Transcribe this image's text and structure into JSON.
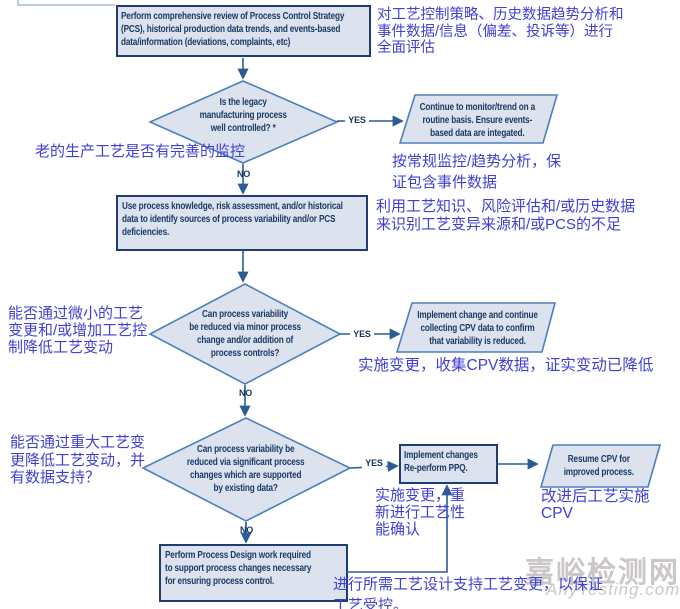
{
  "nodes": {
    "review": {
      "en": "Perform comprehensive review of Process Control Strategy\n(PCS), historical production data trends, and events-based\ndata/information (deviations, complaints, etc)",
      "zh": "对工艺控制策略、历史数据趋势分析和\n事件数据/信息（偏差、投诉等）进行\n全面评估"
    },
    "legacy": {
      "q": "Is the legacy\nmanufacturing process\nwell controlled? *",
      "zh": "老的生产工艺是否有完善的监控"
    },
    "monitor": {
      "en": "Continue to monitor/trend on a\nroutine basis. Ensure events-\nbased data are integated.",
      "zh": "按常规监控/趋势分析，保\n证包含事件数据"
    },
    "identify": {
      "en": "Use process knowledge, risk assessment, and/or historical\ndata to identify sources of process variability and/or PCS\ndeficiencies.",
      "zh": "利用工艺知识、风险评估和/或历史数据\n来识别工艺变异来源和/或PCS的不足"
    },
    "minor": {
      "q": "Can process variability\nbe reduced via minor process\nchange and/or addition of\nprocess controls?",
      "zh": "能否通过微小的工艺\n变更和/或增加工艺控\n制降低工艺变动"
    },
    "implement_cpv": {
      "en": "Implement change and continue\ncollecting CPV data to confirm\nthat variability is reduced.",
      "zh": "实施变更，收集CPV数据，证实变动已降低"
    },
    "significant": {
      "q": "Can process variability be\nreduced via significant process\nchanges which are supported\nby existing data?",
      "zh": "能否通过重大工艺变\n更降低工艺变动，并\n有数据支持？"
    },
    "ppq": {
      "en": "Implement changes\nRe-perform PPQ.",
      "zh": "实施变更，重\n新进行工艺性\n能确认"
    },
    "resume": {
      "en": "Resume CPV for\nimproved process.",
      "zh": "改进后工艺实施CPV"
    },
    "design": {
      "en": "Perform Process Design work required\nto support process changes necessary\nfor ensuring process control.",
      "zh": "进行所需工艺设计支持工艺变更，以保证\n工艺受控。"
    }
  },
  "labels": {
    "yes": "YES",
    "no": "NO"
  },
  "watermark": {
    "name": "嘉峪检测网",
    "domain": "AnyTesting.com"
  },
  "colors": {
    "shape_fill": "#dce2ee",
    "box_border": "#1f3d70",
    "flow_border": "#4d80ba",
    "arrow": "#2b5c94",
    "en_text": "#1b3a66",
    "zh_text": "#4040d6",
    "watermark": "#cccccc"
  }
}
